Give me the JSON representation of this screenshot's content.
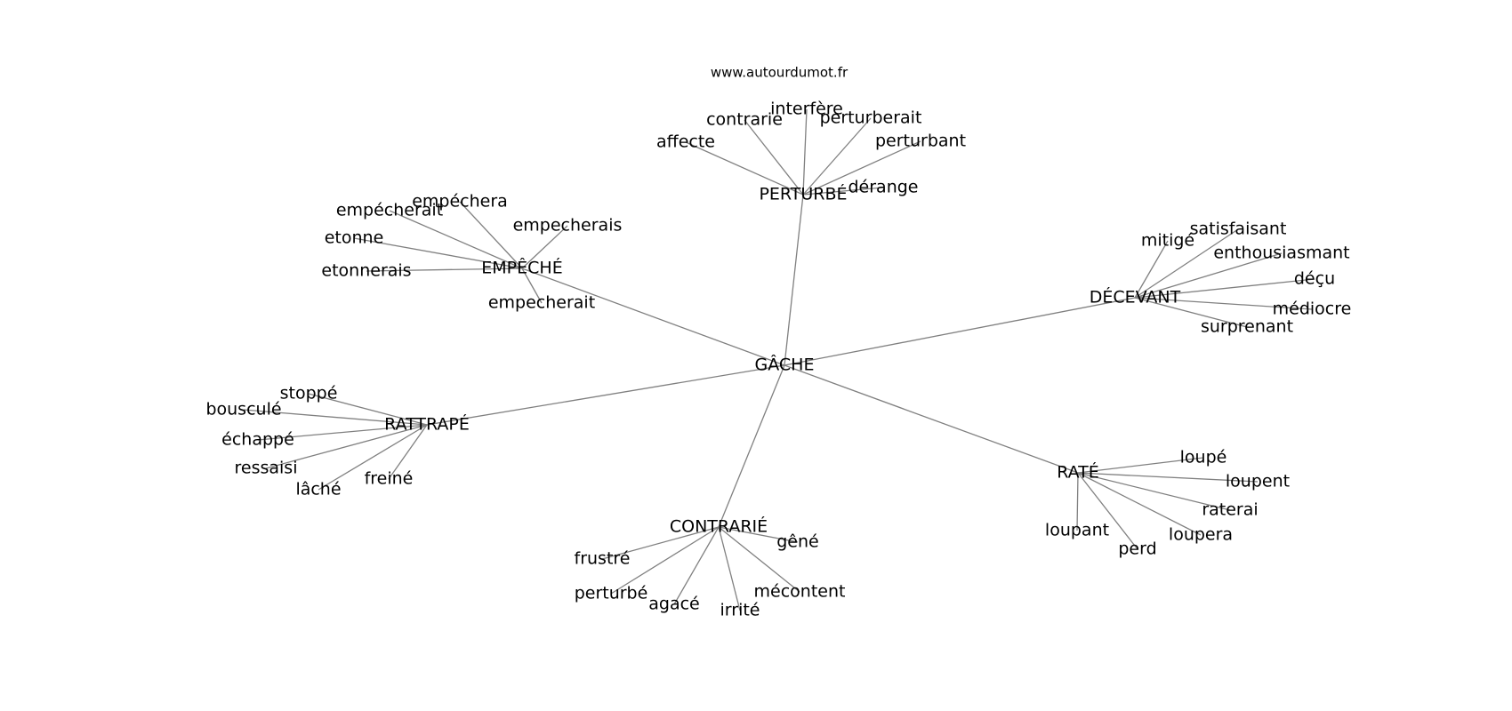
{
  "header": {
    "site": "www.autourdumot.fr"
  },
  "graph": {
    "root": "GÂCHE",
    "edges": [
      [
        "GÂCHE",
        "PERTURBÉ"
      ],
      [
        "GÂCHE",
        "EMPÊCHÉ"
      ],
      [
        "GÂCHE",
        "DÉCEVANT"
      ],
      [
        "GÂCHE",
        "RATTRAPÉ"
      ],
      [
        "GÂCHE",
        "RATÉ"
      ],
      [
        "GÂCHE",
        "CONTRARIÉ"
      ],
      [
        "PERTURBÉ",
        "affecte"
      ],
      [
        "PERTURBÉ",
        "contrarie"
      ],
      [
        "PERTURBÉ",
        "interfère"
      ],
      [
        "PERTURBÉ",
        "perturberait"
      ],
      [
        "PERTURBÉ",
        "perturbant"
      ],
      [
        "PERTURBÉ",
        "dérange"
      ],
      [
        "EMPÊCHÉ",
        "empécherait"
      ],
      [
        "EMPÊCHÉ",
        "empéchera"
      ],
      [
        "EMPÊCHÉ",
        "empecherais"
      ],
      [
        "EMPÊCHÉ",
        "etonne"
      ],
      [
        "EMPÊCHÉ",
        "etonnerais"
      ],
      [
        "EMPÊCHÉ",
        "empecherait"
      ],
      [
        "DÉCEVANT",
        "mitigé"
      ],
      [
        "DÉCEVANT",
        "satisfaisant"
      ],
      [
        "DÉCEVANT",
        "enthousiasmant"
      ],
      [
        "DÉCEVANT",
        "déçu"
      ],
      [
        "DÉCEVANT",
        "médiocre"
      ],
      [
        "DÉCEVANT",
        "surprenant"
      ],
      [
        "RATTRAPÉ",
        "stoppé"
      ],
      [
        "RATTRAPÉ",
        "bousculé"
      ],
      [
        "RATTRAPÉ",
        "échappé"
      ],
      [
        "RATTRAPÉ",
        "ressaisi"
      ],
      [
        "RATTRAPÉ",
        "lâché"
      ],
      [
        "RATTRAPÉ",
        "freiné"
      ],
      [
        "RATÉ",
        "loupé"
      ],
      [
        "RATÉ",
        "loupent"
      ],
      [
        "RATÉ",
        "raterai"
      ],
      [
        "RATÉ",
        "loupera"
      ],
      [
        "RATÉ",
        "perd"
      ],
      [
        "RATÉ",
        "loupant"
      ],
      [
        "CONTRARIÉ",
        "gêné"
      ],
      [
        "CONTRARIÉ",
        "frustré"
      ],
      [
        "CONTRARIÉ",
        "perturbé"
      ],
      [
        "CONTRARIÉ",
        "agacé"
      ],
      [
        "CONTRARIÉ",
        "irrité"
      ],
      [
        "CONTRARIÉ",
        "mécontent"
      ]
    ],
    "colors": {
      "edge": "#808080",
      "text": "#000000",
      "background": "#ffffff"
    }
  }
}
